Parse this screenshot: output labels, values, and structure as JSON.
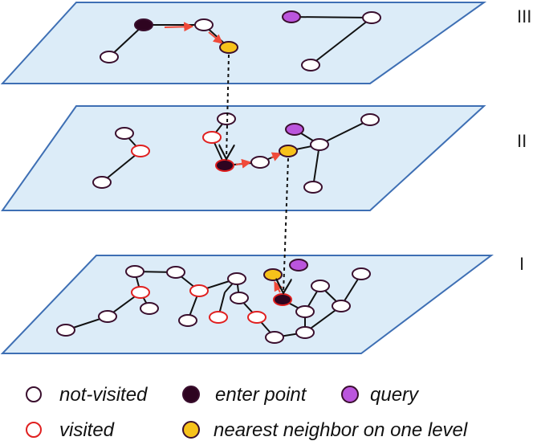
{
  "levels": {
    "top": "III",
    "middle": "II",
    "bottom": "I"
  },
  "legend": {
    "not_visited": "not-visited",
    "enter_point": "enter point",
    "query": "query",
    "visited": "visited",
    "nearest_neighbor": "nearest neighbor on one level"
  },
  "colors": {
    "plane_fill": "#dcecf8",
    "plane_stroke": "#3e6fb4",
    "node_default_stroke": "#3a0f2e",
    "visited_stroke": "#e02020",
    "enter_point_fill": "#2e0420",
    "query_fill": "#bb55dd",
    "nearest_fill": "#f7c21b",
    "arrow_red": "#f04a3a"
  }
}
